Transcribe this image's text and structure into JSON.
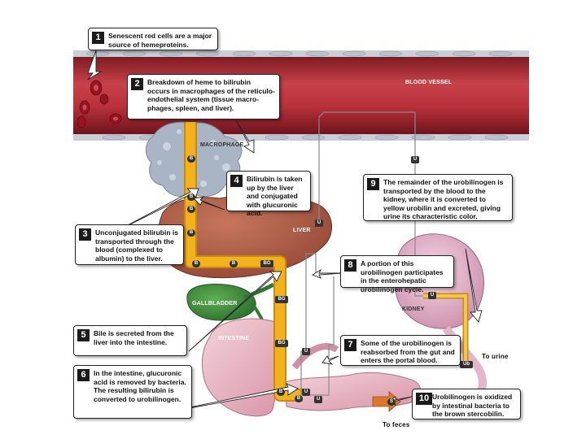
{
  "labels": {
    "blood_vessel": "BLOOD VESSEL",
    "macrophage": "MACROPHAGE",
    "liver": "LIVER",
    "gallbladder": "GALLBLADDER",
    "intestine": "INTESTINE",
    "kidney": "KIDNEY",
    "to_urine": "To urine",
    "to_feces": "To feces"
  },
  "markers": {
    "b": "B",
    "bg": "BG",
    "u": "U",
    "ub": "Ub",
    "s": "S"
  },
  "callouts": [
    {
      "num": "1",
      "text": "Senescent red cells are a major source of hemeproteins."
    },
    {
      "num": "2",
      "text": "Breakdown of heme to bilirubin occurs in macrophages of the reticulo-endothelial system (tissue macro-phages, spleen, and liver)."
    },
    {
      "num": "3",
      "text": "Unconjugated bilirubin is transported through the blood (complexed to albumin) to the liver."
    },
    {
      "num": "4",
      "text": "Bilirubin is taken up by the liver and conjugated with glucuronic acid."
    },
    {
      "num": "5",
      "text": "Bile is secreted from the liver into the intestine."
    },
    {
      "num": "6",
      "text": "In the intestine, glucuronic acid is removed by bacteria. The resulting bilirubin is converted to urobilinogen."
    },
    {
      "num": "7",
      "text": "Some of the urobilinogen is reabsorbed from the gut and enters the portal blood."
    },
    {
      "num": "8",
      "text": "A portion of this urobilinogen participates in the enterohepatic urobilinogen cycle."
    },
    {
      "num": "9",
      "text": "The remainder of the urobilinogen is transported by the blood to the kidney, where it is converted to yellow urobilin and excreted, giving urine its characteristic color."
    },
    {
      "num": "10",
      "text": "Urobilinogen is oxidized by intestinal bacteria to the brown stercobilin."
    }
  ],
  "colors": {
    "vessel": "#b8303a",
    "bilirubin_path": "#f2b21c",
    "liver": "#b5624a",
    "gallbladder": "#3c8c3a",
    "intestine": "#e9b8c4",
    "kidney": "#e6b7cf",
    "macrophage": "#a9b4c4",
    "stercobilin": "#d9782a"
  }
}
